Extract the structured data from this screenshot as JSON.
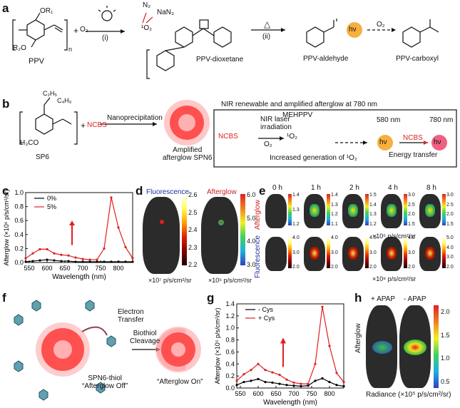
{
  "panels": {
    "a": {
      "label": "a",
      "ppv": "PPV",
      "plus": "+",
      "o2": "O₂",
      "step1": "(i)",
      "n2": "N₂",
      "nan3": "NaN₃",
      "singlet": "¹O₂",
      "dioxetane": "PPV-dioxetane",
      "heat": "△",
      "step2": "(ii)",
      "aldehyde": "PPV-aldehyde",
      "hv": "hν",
      "o2b": "O₂",
      "carboxyl": "PPV-carboxyl",
      "or1": "OR₁",
      "r2o": "R₂O",
      "n": "n"
    },
    "b": {
      "label": "b",
      "c2h5": "C₂H₅",
      "c4h9": "C₄H₉",
      "h3co": "H₃CO",
      "sp6": "SP6",
      "plus": "+",
      "ncbs": "NCBS",
      "nanoprec": "Nanoprecipitation",
      "spn6": "Amplified\nafterglow SPN6",
      "header": "NIR renewable and amplified afterglow at 780 nm",
      "ncbs2": "NCBS",
      "nir": "NIR laser\nirradiation",
      "o2": "O₂",
      "singlet": "¹O₂",
      "mehppv": "MEHPPV",
      "increased": "Increased generation of ¹O₂",
      "nm580": "580 nm",
      "nm780": "780 nm",
      "hv": "hν",
      "ncbs3": "NCBS",
      "energy": "Energy transfer"
    },
    "c": {
      "label": "c"
    },
    "d": {
      "label": "d",
      "fluor": "Fluorescence",
      "after": "Afterglow",
      "scale1": [
        "2.6",
        "2.5",
        "2.4",
        "2.3",
        "2.2"
      ],
      "scale2": [
        "6.0",
        "5.0",
        "4.0",
        "3.0"
      ],
      "unit1": "×10⁷ p/s/cm²/sr",
      "unit2": "×10⁵ p/s/cm²/sr"
    },
    "e": {
      "label": "e",
      "times": [
        "0 h",
        "1 h",
        "2 h",
        "4 h",
        "8 h"
      ],
      "row1": "Afterglow",
      "row2": "Fluorescence",
      "s1": [
        [
          "1.4",
          "1.3",
          "1.2"
        ],
        [
          "1.4",
          "1.3",
          "1.2",
          "1.1"
        ],
        [
          "1.5",
          "1.4",
          "1.3",
          "1.2"
        ],
        [
          "3.0",
          "2.5",
          "2.0",
          "1.5"
        ],
        [
          "3.0",
          "2.5",
          "2.0",
          "1.5"
        ]
      ],
      "s2": [
        [
          "4.0",
          "3.0",
          "2.0"
        ],
        [
          "4.0",
          "3.0",
          "2.0"
        ],
        [
          "4.0",
          "3.0",
          "2.0"
        ],
        [
          "4.0",
          "3.0",
          "2.0"
        ],
        [
          "5.0",
          "4.0",
          "3.0",
          "2.0"
        ]
      ],
      "unit1": "×10⁵ p/s/cm²/sr",
      "unit2": "×10⁸ p/s/cm²/sr"
    },
    "f": {
      "label": "f",
      "electron": "Electron\nTransfer",
      "biothiol": "Biothiol\nCleavage",
      "spn6thiol": "SPN6-thiol\n“Afterglow Off”",
      "on": "“Afterglow On”"
    },
    "g": {
      "label": "g"
    },
    "h": {
      "label": "h",
      "plus": "+ APAP",
      "minus": "- APAP",
      "ylabel": "Afterglow",
      "radiance": "Radiance (×10⁵ p/s/cm²/sr)",
      "scale": [
        "2.0",
        "1.5",
        "1.0",
        "0.5"
      ]
    }
  },
  "chart_data": [
    {
      "type": "line",
      "panel": "c",
      "ylabel": "Afterglow (×10⁶ p/s/cm²/sr)",
      "xlabel": "Wavelength (nm)",
      "xlim": [
        540,
        840
      ],
      "ylim": [
        0,
        1.0
      ],
      "xticks": [
        550,
        600,
        650,
        700,
        750,
        800
      ],
      "yticks": [
        0,
        0.2,
        0.4,
        0.6,
        0.8,
        1.0
      ],
      "x": [
        540,
        560,
        580,
        600,
        620,
        640,
        660,
        680,
        700,
        720,
        740,
        760,
        780,
        800,
        820,
        840
      ],
      "series": [
        {
          "name": "0%",
          "color": "#000000",
          "values": [
            0.01,
            0.02,
            0.03,
            0.04,
            0.03,
            0.02,
            0.02,
            0.01,
            0.01,
            0.01,
            0.01,
            0.01,
            0.01,
            0.01,
            0.01,
            0.01
          ]
        },
        {
          "name": "5%",
          "color": "#e02020",
          "values": [
            0.06,
            0.13,
            0.19,
            0.19,
            0.13,
            0.11,
            0.1,
            0.07,
            0.05,
            0.04,
            0.04,
            0.2,
            0.93,
            0.5,
            0.22,
            0.06
          ]
        }
      ],
      "annotation": "up-arrow"
    },
    {
      "type": "line",
      "panel": "g",
      "ylabel": "Afterglow (×10⁵ p/s/cm²/sr)",
      "xlabel": "Wavelength (nm)",
      "xlim": [
        540,
        840
      ],
      "ylim": [
        0,
        1.4
      ],
      "xticks": [
        550,
        600,
        650,
        700,
        750,
        800
      ],
      "yticks": [
        0,
        0.2,
        0.4,
        0.6,
        0.8,
        1.0,
        1.2,
        1.4
      ],
      "x": [
        540,
        560,
        580,
        600,
        620,
        640,
        660,
        680,
        700,
        720,
        740,
        760,
        780,
        800,
        820,
        840
      ],
      "series": [
        {
          "name": "- Cys",
          "color": "#000000",
          "values": [
            0.05,
            0.1,
            0.12,
            0.15,
            0.1,
            0.09,
            0.07,
            0.05,
            0.04,
            0.03,
            0.04,
            0.12,
            0.16,
            0.1,
            0.05,
            0.03
          ]
        },
        {
          "name": "+ Cys",
          "color": "#e02020",
          "values": [
            0.12,
            0.23,
            0.3,
            0.4,
            0.3,
            0.26,
            0.22,
            0.14,
            0.09,
            0.07,
            0.07,
            0.4,
            1.35,
            0.7,
            0.25,
            0.1
          ]
        }
      ],
      "annotation": "up-arrow"
    }
  ],
  "colors": {
    "red": "#e02020",
    "black": "#000000",
    "pink": "#f06080",
    "nano": "#ff5050",
    "green": "#30a030",
    "orange": "#f5b040"
  }
}
